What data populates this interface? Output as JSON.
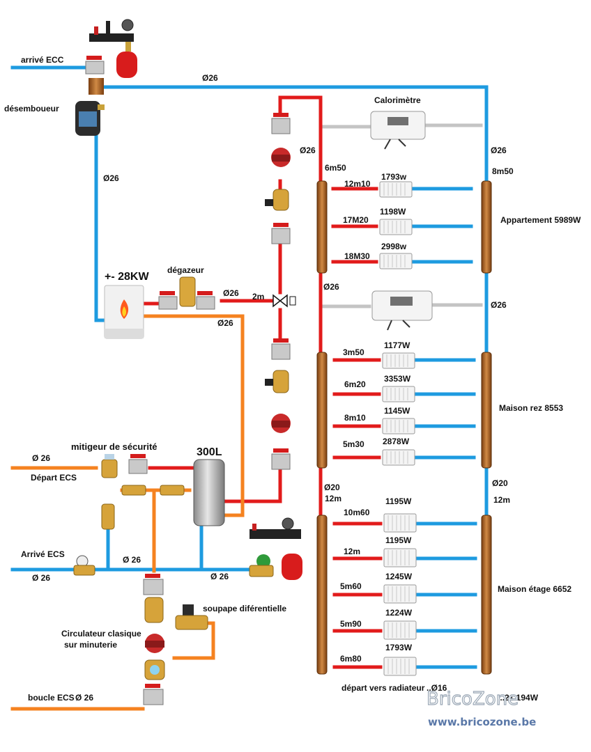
{
  "labels": {
    "arrive_ecc": "arrivé ECC",
    "desemboueur": "désemboueur",
    "boiler_power": "+- 28KW",
    "degazeur": "dégazeur",
    "calorimetre": "Calorimètre",
    "mitigeur": "mitigeur de sécurité",
    "tank": "300L",
    "depart_ecs": "Départ ECS",
    "arrive_ecs": "Arrivé ECS",
    "soupape": "soupape diférentielle",
    "circulateur_line1": "Circulateur clasique",
    "circulateur_line2": "sur minuterie",
    "boucle_ecs": "boucle ECS",
    "depart_radiateurs": "départ vers radiateur",
    "total": "...21.194W",
    "len_2m": "2m",
    "len_6m50": "6m50",
    "len_8m50": "8m50",
    "len_12m_left": "12m",
    "len_12m_right": "12m"
  },
  "diameters": {
    "top_main": "Ø26",
    "left_vertical": "Ø26",
    "pump_right": "Ø26",
    "right_top": "Ø26",
    "boiler_out": "Ø26",
    "boiler_orange": "Ø26",
    "middle_left": "Ø26",
    "middle_right": "Ø26",
    "lower_left": "Ø20",
    "lower_right": "Ø20",
    "depart_ecs": "Ø 26",
    "arrive_ecs": "Ø 26",
    "cold_mid": "Ø 26",
    "cold_right": "Ø 26",
    "boucle": "Ø 26",
    "radiator_feed": "..Ø16"
  },
  "zones": [
    {
      "name": "Appartement 5989W",
      "radiators": [
        {
          "length": "12m10",
          "power": "1793w"
        },
        {
          "length": "17M20",
          "power": "1198W"
        },
        {
          "length": "18M30",
          "power": "2998w"
        }
      ]
    },
    {
      "name": "Maison rez 8553",
      "radiators": [
        {
          "length": "3m50",
          "power": "1177W"
        },
        {
          "length": "6m20",
          "power": "3353W"
        },
        {
          "length": "8m10",
          "power": "1145W"
        },
        {
          "length": "5m30",
          "power": "2878W"
        }
      ]
    },
    {
      "name": "Maison étage 6652",
      "radiators": [
        {
          "length": "10m60",
          "power": "1195W"
        },
        {
          "length": "12m",
          "power": "1195W"
        },
        {
          "length": "5m60",
          "power": "1245W"
        },
        {
          "length": "5m90",
          "power": "1224W"
        },
        {
          "length": "6m80",
          "power": "1793W"
        }
      ]
    }
  ],
  "watermark": {
    "brand": "BricoZone",
    "url": "www.bricozone.be"
  },
  "colors": {
    "blue": "#1e9be0",
    "red": "#e21b1b",
    "orange": "#f58220",
    "grey": "#c4c4c4",
    "copper": "#b86f2e"
  }
}
